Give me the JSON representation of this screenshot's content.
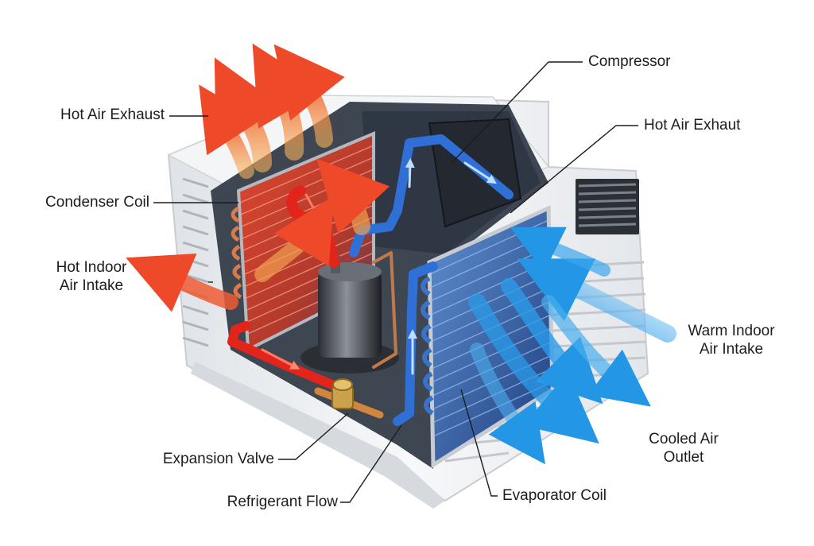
{
  "labels": {
    "hot_air_exhaust_left": "Hot Air Exhaust",
    "condenser_coil": "Condenser Coil",
    "hot_indoor_air_intake": [
      "Hot Indoor",
      "Air Intake"
    ],
    "expansion_valve": "Expansion Valve",
    "refrigerant_flow": "Refrigerant Flow",
    "compressor": "Compressor",
    "hot_air_exhaust_right": "Hot Air Exhaut",
    "warm_indoor_air_intake": [
      "Warm Indoor",
      "Air Intake"
    ],
    "cooled_air_outlet": [
      "Cooled Air",
      "Outlet"
    ],
    "evaporator_coil": "Evaporator Coil"
  },
  "colors": {
    "hot_air": "#f0532b",
    "hot_air_light": "#f7a24a",
    "refrigerant_hot": "#e3241b",
    "refrigerant_cold": "#2f6fd6",
    "cool_air": "#2b9be8",
    "casing": "#eef1f4",
    "condenser_fins": "#c8432e",
    "evaporator_fins": "#2e5ea8"
  }
}
